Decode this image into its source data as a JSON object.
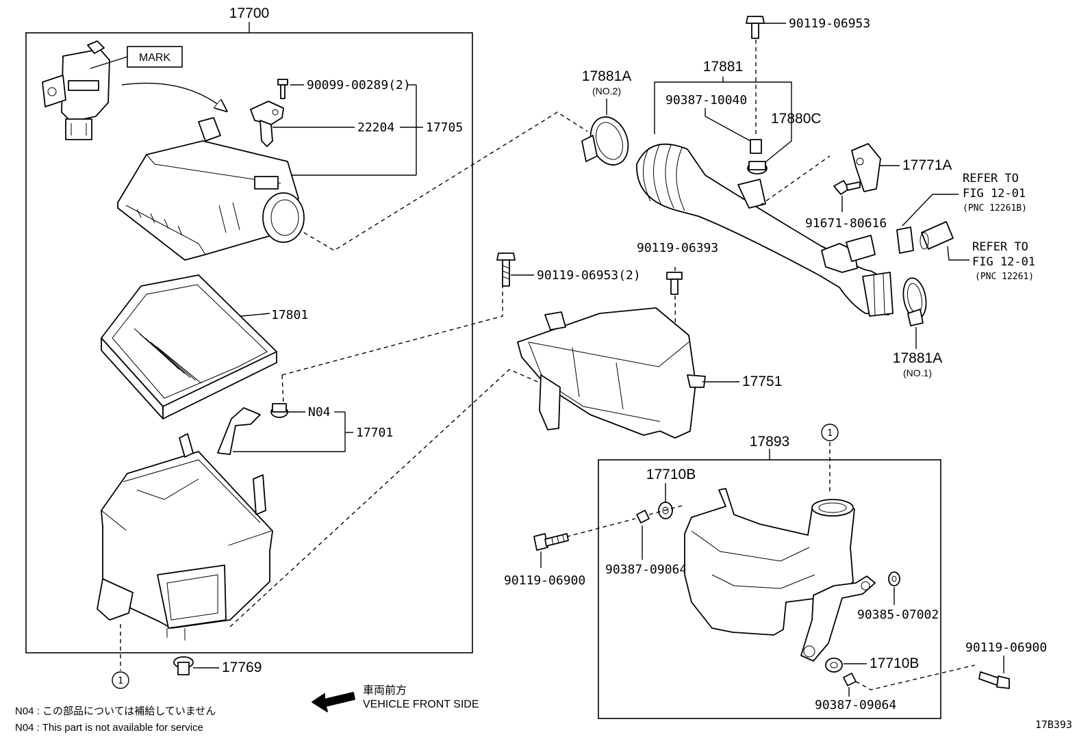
{
  "callouts": {
    "assy_17700": "17700",
    "mark": "MARK",
    "p_90099_00289": "90099-00289(2)",
    "p_22204": "22204",
    "p_17705": "17705",
    "p_17801": "17801",
    "p_n04": "N04",
    "p_17701": "17701",
    "p_17769": "17769",
    "p_90119_06953_2": "90119-06953(2)",
    "p_90119_06393": "90119-06393",
    "p_17751": "17751",
    "p_90119_06953_top": "90119-06953",
    "p_17881": "17881",
    "p_90387_10040": "90387-10040",
    "p_17880c": "17880C",
    "p_17881a_no2": "17881A",
    "p_no2": "(NO.2)",
    "p_17771a": "17771A",
    "p_91671_80616": "91671-80616",
    "p_17881a_no1": "17881A",
    "p_no1": "(NO.1)",
    "p_17893": "17893",
    "p_17710b_top": "17710B",
    "p_90387_09064_left": "90387-09064",
    "p_90119_06900_left": "90119-06900",
    "p_90385_07002": "90385-07002",
    "p_17710b_bottom": "17710B",
    "p_90387_09064_bottom": "90387-09064",
    "p_90119_06900_right": "90119-06900",
    "circle_ref": "1"
  },
  "refer": {
    "upper_line1": "REFER TO",
    "upper_line2": "FIG 12-01",
    "upper_pnc": "(PNC 12261B)",
    "lower_line1": "REFER TO",
    "lower_line2": "FIG 12-01",
    "lower_pnc": "(PNC 12261)"
  },
  "direction": {
    "jp": "車両前方",
    "en": "VEHICLE FRONT SIDE"
  },
  "notes": {
    "jp": "N04 : この部品については補給していません",
    "en": "N04 : This part is not available for service"
  },
  "figure_code": "17B393"
}
